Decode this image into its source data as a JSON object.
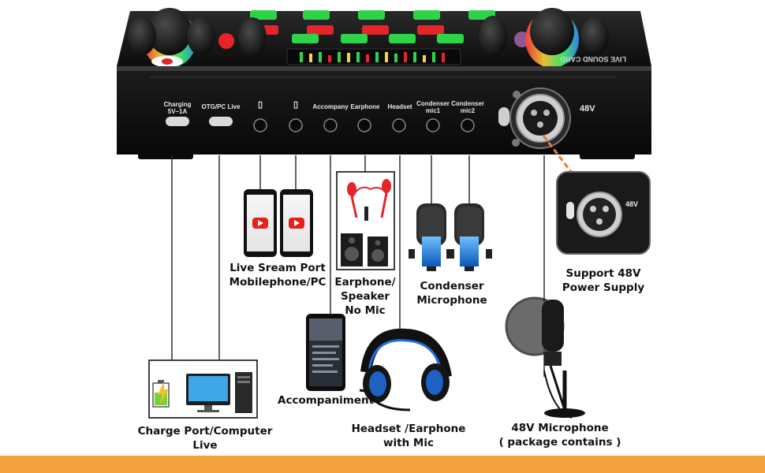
{
  "device": {
    "brand_text": "LIVE SOUND CARD",
    "ports": [
      {
        "id": "charging",
        "line1": "Charging",
        "line2": "5V–1A"
      },
      {
        "id": "otg",
        "line1": "OTG/PC Live",
        "line2": ""
      },
      {
        "id": "phone1",
        "line1": "▯",
        "line2": ""
      },
      {
        "id": "phone2",
        "line1": "▯",
        "line2": ""
      },
      {
        "id": "accompany",
        "line1": "Accompany",
        "line2": ""
      },
      {
        "id": "earphone",
        "line1": "Earphone",
        "line2": ""
      },
      {
        "id": "headset",
        "line1": "Headset",
        "line2": ""
      },
      {
        "id": "mic1",
        "line1": "Condenser",
        "line2": "mic1"
      },
      {
        "id": "mic2",
        "line1": "Condenser",
        "line2": "mic2"
      }
    ],
    "xlr_label": "48V",
    "zoom_label": "48V"
  },
  "labels": {
    "live_stream": [
      "Live Sream Port",
      "Mobilephone/PC"
    ],
    "earphone_speaker": [
      "Earphone/",
      "Speaker",
      "No Mic"
    ],
    "condenser": [
      "Condenser",
      "Microphone"
    ],
    "support_48v": [
      "Support 48V",
      "Power Supply"
    ],
    "accompaniment": "Accompaniment",
    "charge_port": [
      "Charge Port/Computer",
      "Live"
    ],
    "headset": [
      "Headset /Earphone",
      "with Mic"
    ],
    "mic_48v": [
      "48V Microphone",
      "( package contains )"
    ]
  },
  "colors": {
    "accent_orange": "#f4a23e",
    "device_body": "#151515",
    "green_button": "#2fd34a",
    "red_button": "#e5252a",
    "youtube_red": "#e62117",
    "headset_blue": "#1e6fe0"
  }
}
